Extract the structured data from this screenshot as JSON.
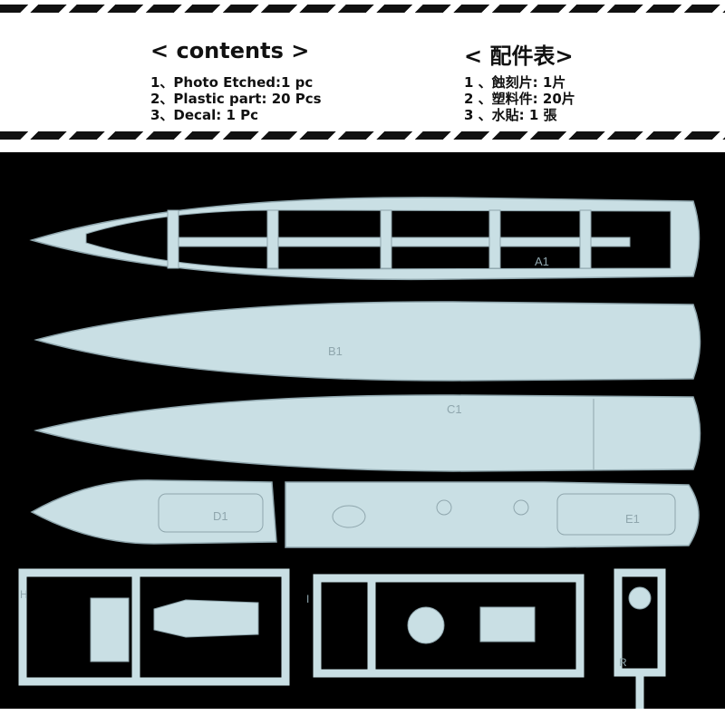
{
  "contents_en": {
    "title": "< contents >",
    "items": [
      "1、Photo Etched:1 pc",
      "2、Plastic part: 20 Pcs",
      "3、Decal: 1 Pc"
    ]
  },
  "contents_zh": {
    "title": "< 配件表>",
    "items": [
      "1 、蝕刻片: 1片",
      "2 、塑料件: 20片",
      "3 、水貼: 1 張"
    ]
  },
  "parts": {
    "a": "A1",
    "b": "B1",
    "c": "C1",
    "d": "D1",
    "e": "E1",
    "sprue_h": "H",
    "sprue_i": "I",
    "sprue_r": "R"
  },
  "colors": {
    "plastic": "#c9dfe4",
    "outline": "#8fa6ad",
    "background": "#000000"
  }
}
